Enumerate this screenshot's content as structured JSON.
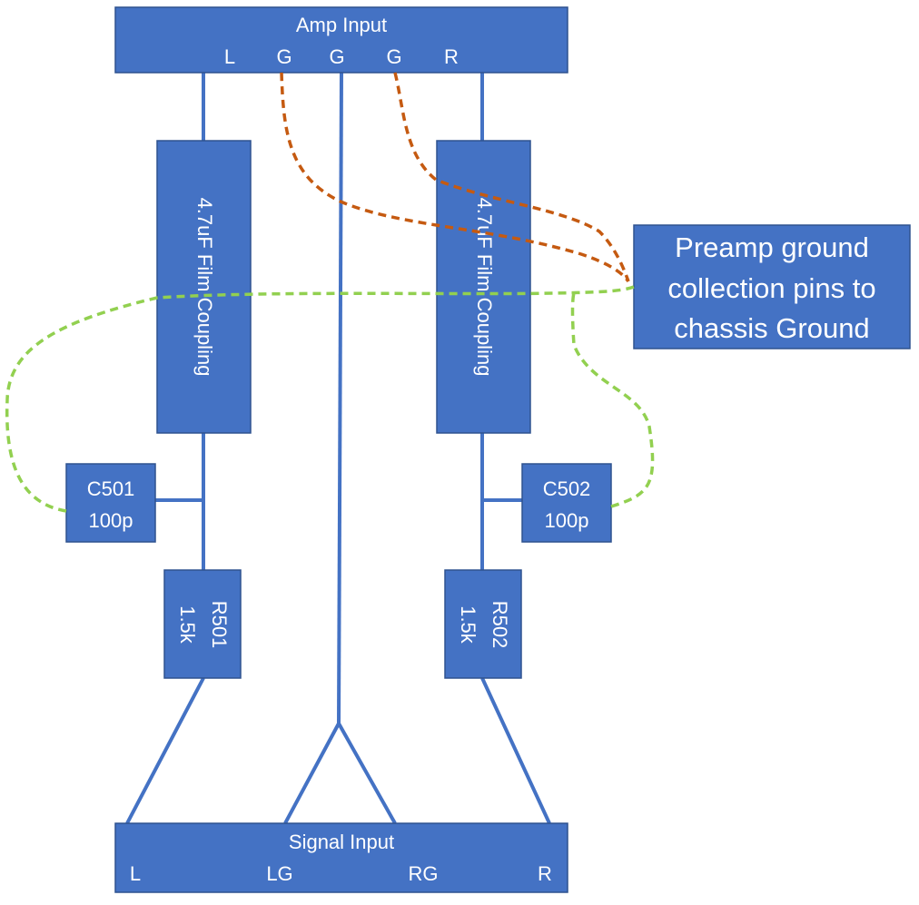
{
  "amp_input": {
    "title": "Amp Input",
    "pins": [
      "L",
      "G",
      "G",
      "G",
      "R"
    ]
  },
  "signal_input": {
    "title": "Signal Input",
    "pins": [
      "L",
      "LG",
      "RG",
      "R"
    ]
  },
  "coupling_left": {
    "label": "4.7uF Film Coupling"
  },
  "coupling_right": {
    "label": "4.7uF Film Coupling"
  },
  "c501": {
    "line1": "C501",
    "line2": "100p"
  },
  "c502": {
    "line1": "C502",
    "line2": "100p"
  },
  "r501": {
    "line1": "R501",
    "line2": "1.5k"
  },
  "r502": {
    "line1": "R502",
    "line2": "1.5k"
  },
  "preamp_note": {
    "lines": [
      "Preamp ground",
      "collection pins to",
      "chassis Ground"
    ]
  },
  "colors": {
    "box_fill": "#4472c4",
    "box_border": "#2f528f",
    "wire": "#4472c4",
    "amp_ground_wire": "#c55a11",
    "preamp_ground_wire": "#92d050",
    "text": "#ffffff"
  }
}
